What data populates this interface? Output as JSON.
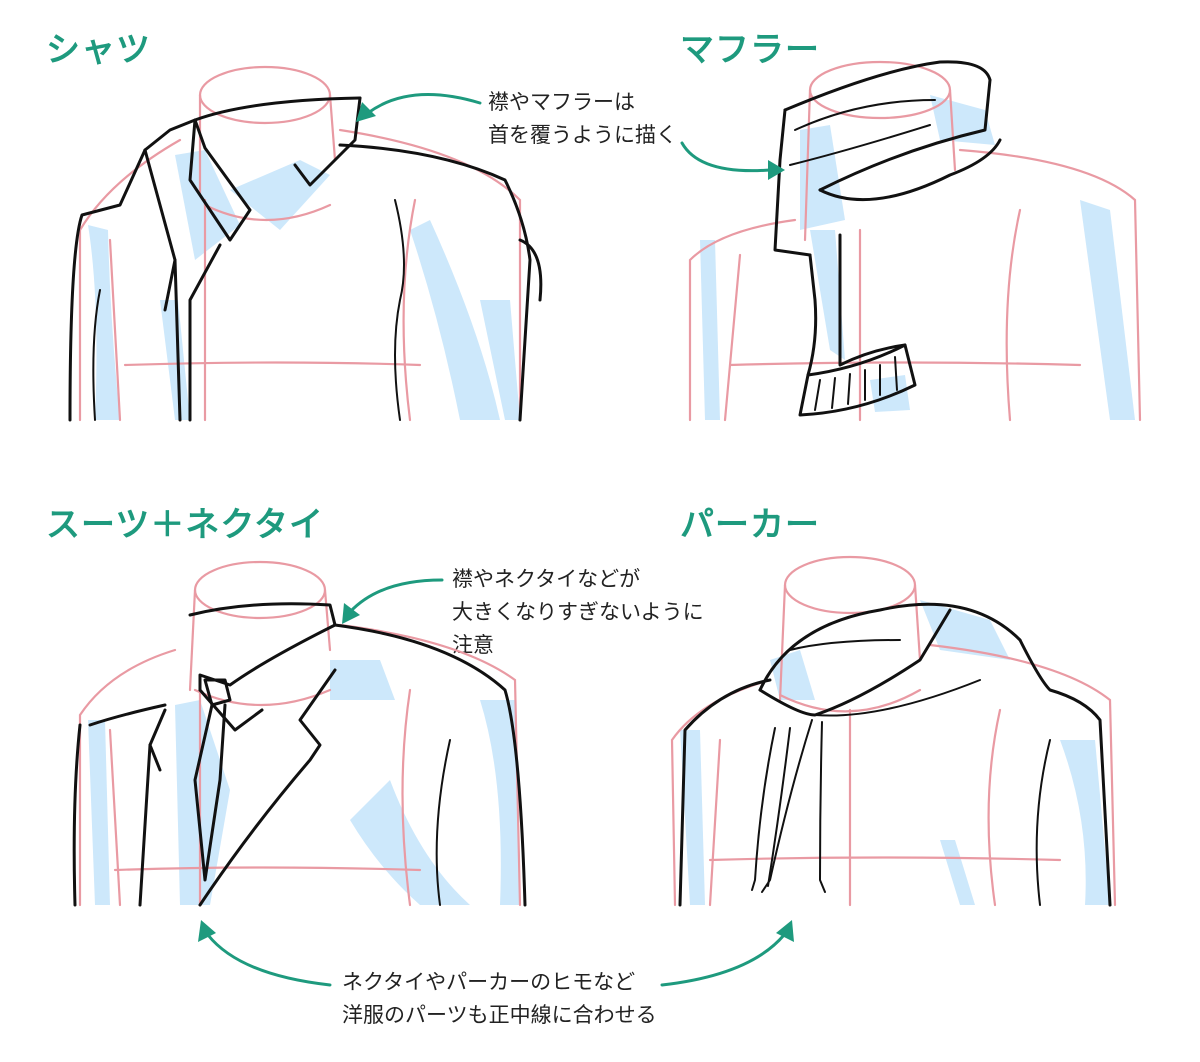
{
  "panels": {
    "shirt": {
      "title": "シャツ"
    },
    "muffler": {
      "title": "マフラー"
    },
    "suit": {
      "title": "スーツ＋ネクタイ"
    },
    "parka": {
      "title": "パーカー"
    }
  },
  "notes": {
    "collar_muffler": [
      "襟やマフラーは",
      "首を覆うように描く"
    ],
    "collar_tie": [
      "襟やネクタイなどが",
      "大きくなりすぎないように",
      "注意"
    ],
    "center_line": [
      "ネクタイやパーカーのヒモなど",
      "洋服のパーツも正中線に合わせる"
    ]
  },
  "colors": {
    "title": "#1e9a7e",
    "arrow": "#1e9a7e",
    "guide_line": "#e99aa3",
    "shadow": "#cde8fb",
    "ink": "#111111"
  }
}
